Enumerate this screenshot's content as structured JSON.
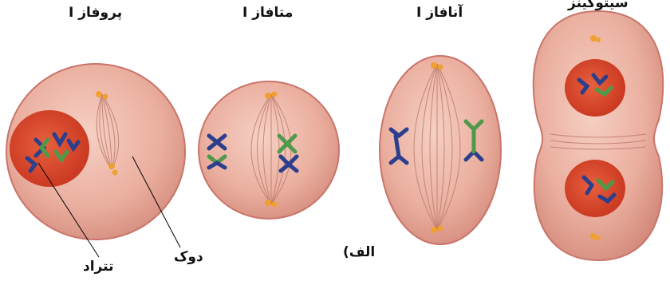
{
  "figure": {
    "stage_labels": {
      "prophase": "پروفاز I",
      "metaphase": "متافاز I",
      "anaphase": "آنافاز I",
      "cytokinesis": "سیتوکینز"
    },
    "annotations": {
      "spindle": "دوک",
      "tetrad": "تتراد"
    },
    "panel_label": "الف)"
  },
  "colors": {
    "cell": "#e8a898",
    "cell_edge": "#c9746a",
    "nucleus": "#d9442e",
    "chromosome_blue": "#2b3f8c",
    "chromosome_green": "#4f9a4a",
    "centrosome": "#f0a030"
  }
}
